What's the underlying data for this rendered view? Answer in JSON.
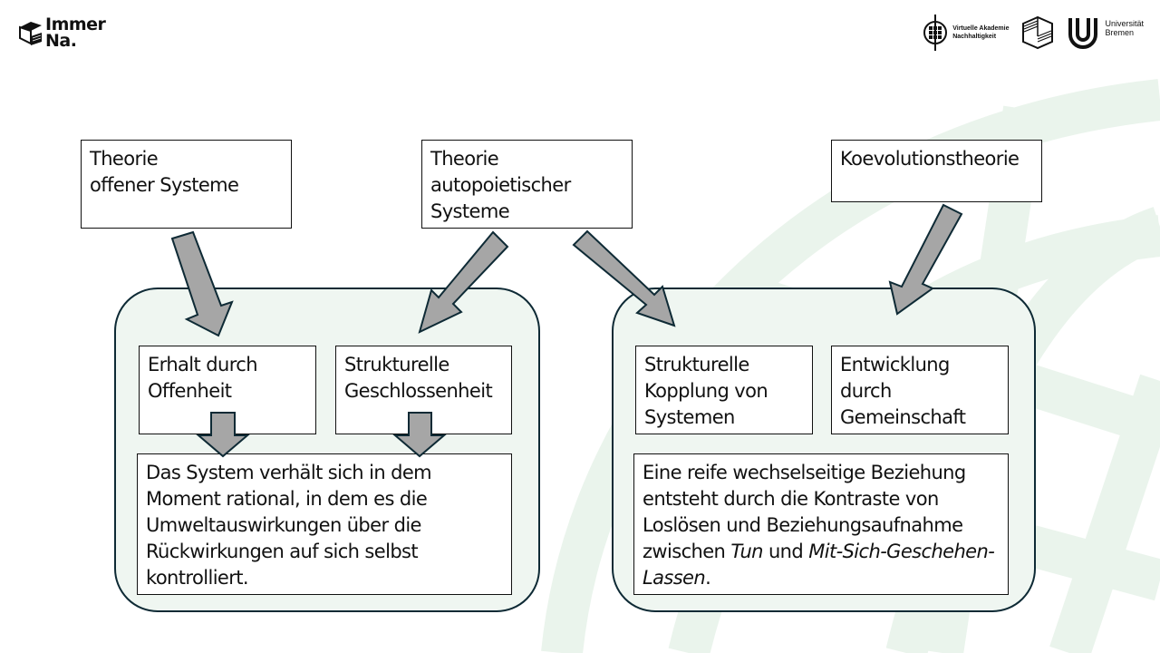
{
  "branding": {
    "left_logo": {
      "line1": "Immer",
      "line2": "Na."
    },
    "right_logos": [
      {
        "name": "virtuelle-akademie",
        "line1": "Virtuelle Akademie",
        "line2": "Nachhaltigkeit"
      },
      {
        "name": "stacked-cube"
      },
      {
        "name": "universitaet-bremen",
        "line1": "Universität",
        "line2": "Bremen"
      }
    ]
  },
  "theories": [
    {
      "id": "offene-systeme",
      "text": "Theorie\noffener Systeme"
    },
    {
      "id": "autopoietische-systeme",
      "text": "Theorie\nautopoietischer\nSysteme"
    },
    {
      "id": "koevolution",
      "text": "Koevolutionstheorie"
    }
  ],
  "groups": [
    {
      "id": "left",
      "concepts": [
        {
          "text": "Erhalt durch\nOffenheit"
        },
        {
          "text": "Strukturelle\nGeschlossenheit"
        }
      ],
      "conclusion": {
        "text": "Das System verhält sich in dem Moment rational, in dem es die Umweltauswirkungen über die Rückwirkungen auf sich selbst kontrolliert."
      }
    },
    {
      "id": "right",
      "concepts": [
        {
          "text": "Strukturelle\nKopplung von\nSystemen"
        },
        {
          "text": "Entwicklung\ndurch\nGemeinschaft"
        }
      ],
      "conclusion": {
        "prefix": "Eine reife wechselseitige Beziehung entsteht durch die Kontraste von Loslösen und Beziehungsaufnahme zwischen ",
        "italic1": "Tun",
        "middle": " und ",
        "italic2": "Mit-Sich-Geschehen-Lassen",
        "suffix": "."
      }
    }
  ],
  "colors": {
    "group_fill": "#eff6f1",
    "group_border": "#0e2a35",
    "arrow_fill": "#a6a6a6",
    "background_pattern": "#eaf4ec"
  }
}
